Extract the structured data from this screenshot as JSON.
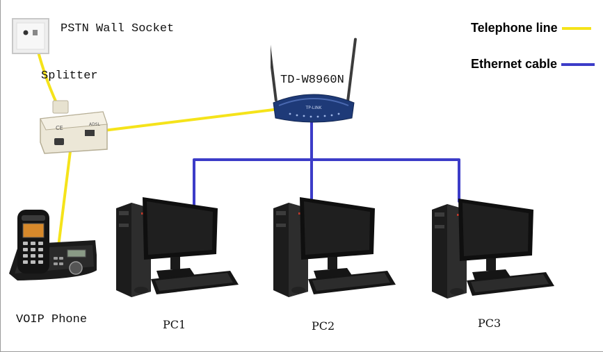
{
  "diagram": {
    "nodes": {
      "socket": "PSTN Wall Socket",
      "splitter": "Splitter",
      "router": "TD-W8960N",
      "phone": "VOIP Phone",
      "pc1": "PC1",
      "pc2": "PC2",
      "pc3": "PC3"
    },
    "legend": [
      {
        "label": "Telephone line",
        "color": "#f5e31a"
      },
      {
        "label": "Ethernet cable",
        "color": "#3c3cc8"
      }
    ],
    "router_brand": "TP-LINK",
    "splitter_marks": {
      "ce": "CE",
      "port": "ADSL"
    },
    "colors": {
      "telephone_line": "#f5e31a",
      "ethernet_cable": "#3c3cc8"
    }
  }
}
